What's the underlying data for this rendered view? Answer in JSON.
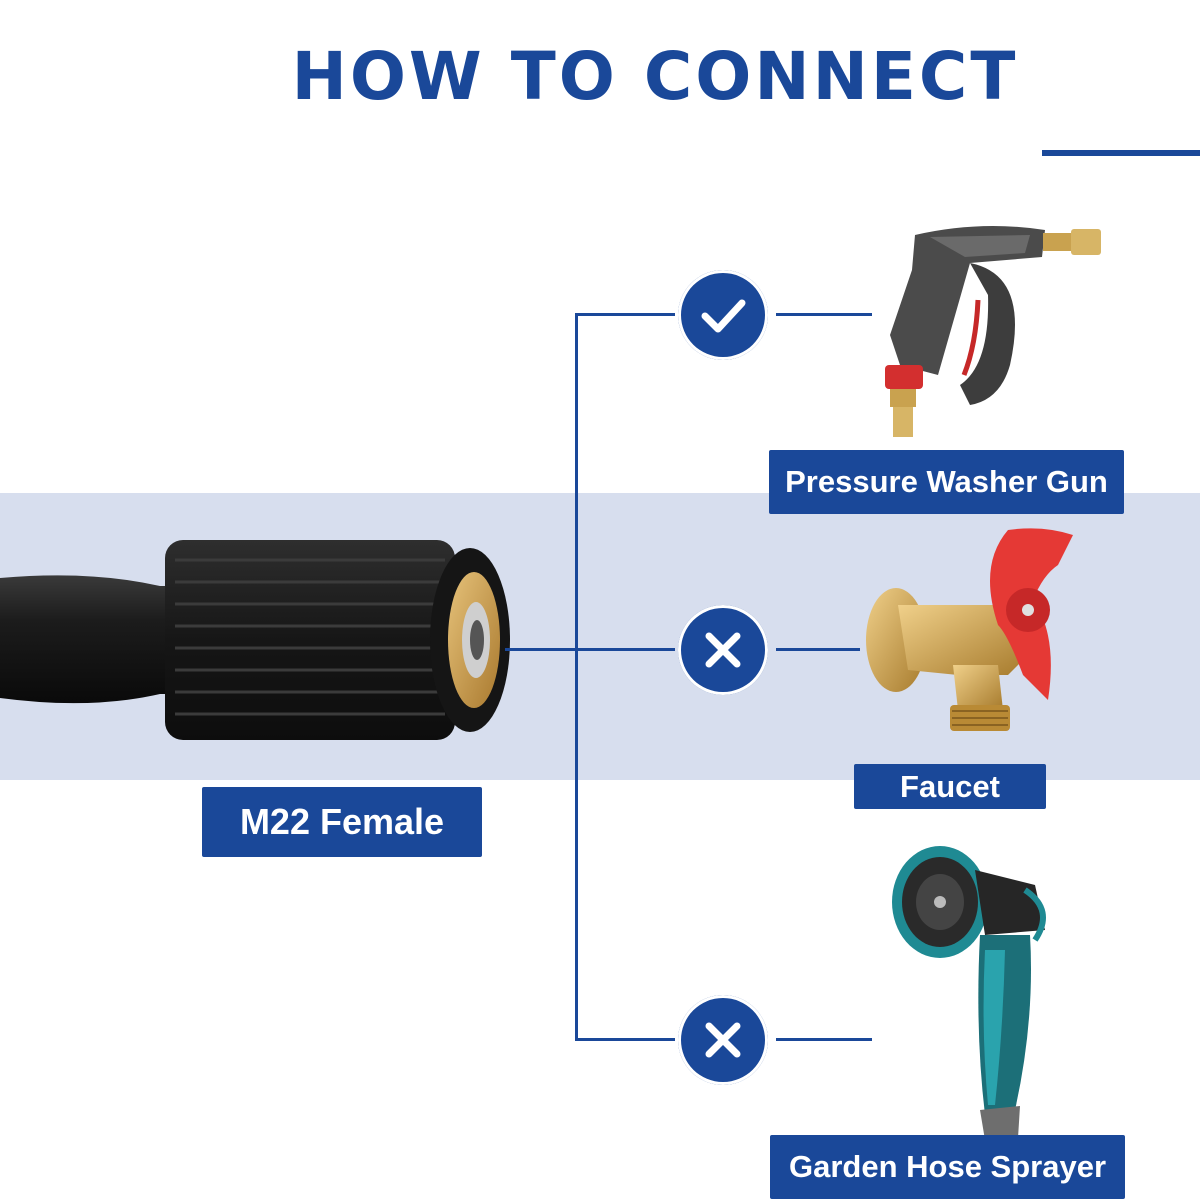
{
  "title": "HOW TO CONNECT",
  "source_label": "M22 Female",
  "connections": [
    {
      "label": "Pressure Washer Gun",
      "status": "compatible",
      "icon": "check-icon"
    },
    {
      "label": "Faucet",
      "status": "incompatible",
      "icon": "cross-icon"
    },
    {
      "label": "Garden Hose Sprayer",
      "status": "incompatible",
      "icon": "cross-icon"
    }
  ],
  "colors": {
    "accent": "#1a4899",
    "band": "#d7deee",
    "background": "#ffffff"
  }
}
